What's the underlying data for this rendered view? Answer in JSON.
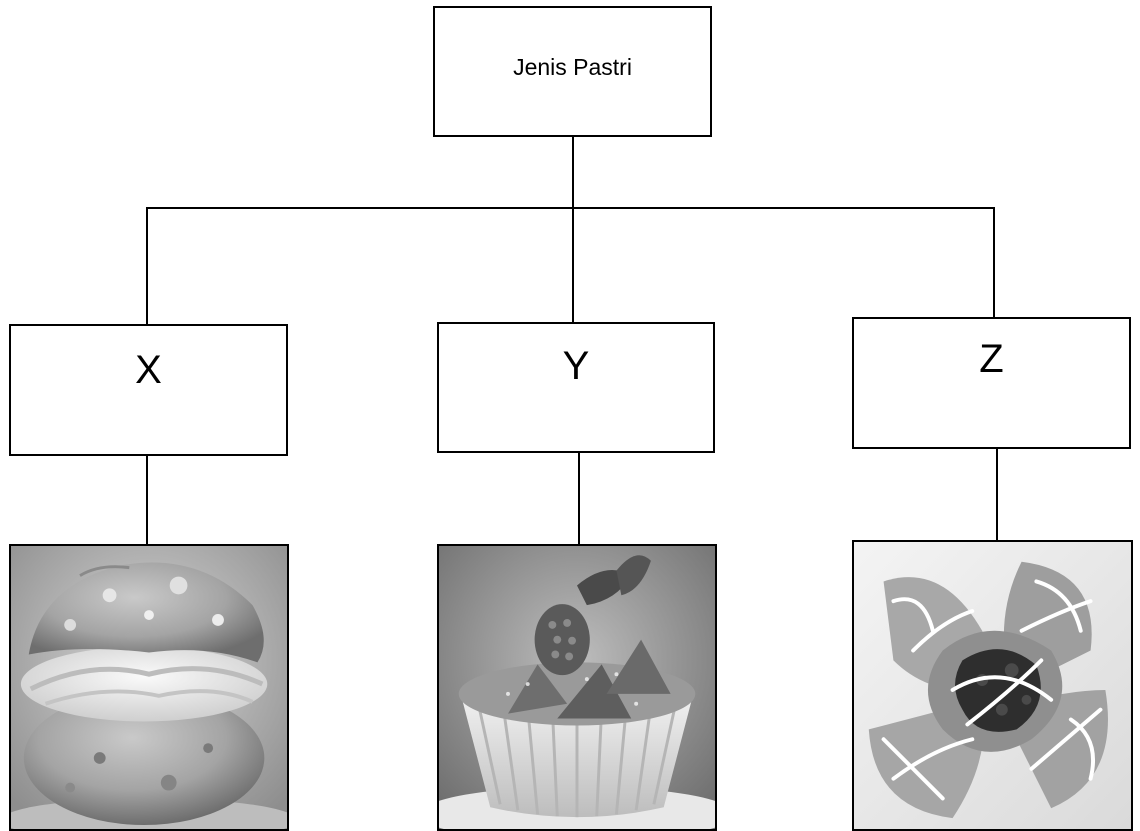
{
  "diagram": {
    "root": {
      "label": "Jenis Pastri"
    },
    "children": [
      {
        "label": "X",
        "image": "cream-puff-photo"
      },
      {
        "label": "Y",
        "image": "fruit-tart-photo"
      },
      {
        "label": "Z",
        "image": "danish-pastry-photo"
      }
    ]
  },
  "colors": {
    "line": "#000000",
    "background": "#ffffff"
  }
}
